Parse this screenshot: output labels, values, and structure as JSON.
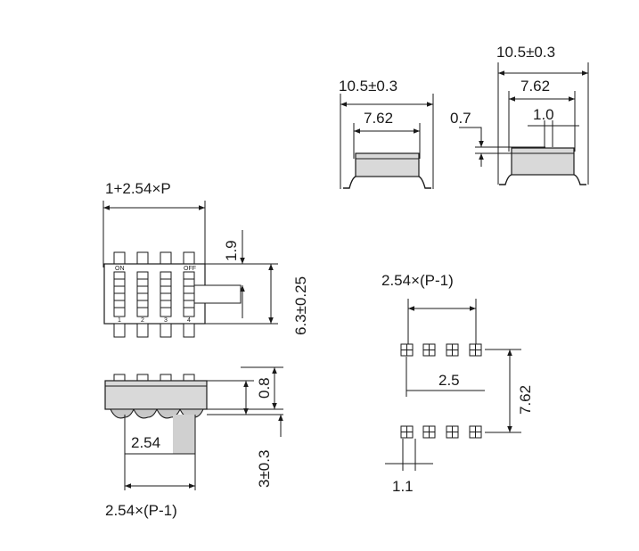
{
  "side_view_small": {
    "width_label": "10.5±0.3",
    "pitch_label": "7.62"
  },
  "side_view_large": {
    "width_label": "10.5±0.3",
    "pitch_label": "7.62",
    "lead_label": "1.0",
    "height_label": "0.7"
  },
  "top_view": {
    "length_label": "1+2.54×P",
    "offset_label": "1.9",
    "width_label": "6.3±0.25",
    "on_label": "ON",
    "off_label": "OFF",
    "pin_numbers": [
      "1",
      "2",
      "3",
      "4"
    ]
  },
  "front_view": {
    "top_label": "0.8",
    "height_label": "3±0.3",
    "pitch_label": "2.54",
    "span_label": "2.54×(P-1)"
  },
  "footprint": {
    "span_label": "2.54×(P-1)",
    "pad_pitch_label": "2.5",
    "row_spacing_label": "7.62",
    "pad_width_label": "1.1"
  }
}
